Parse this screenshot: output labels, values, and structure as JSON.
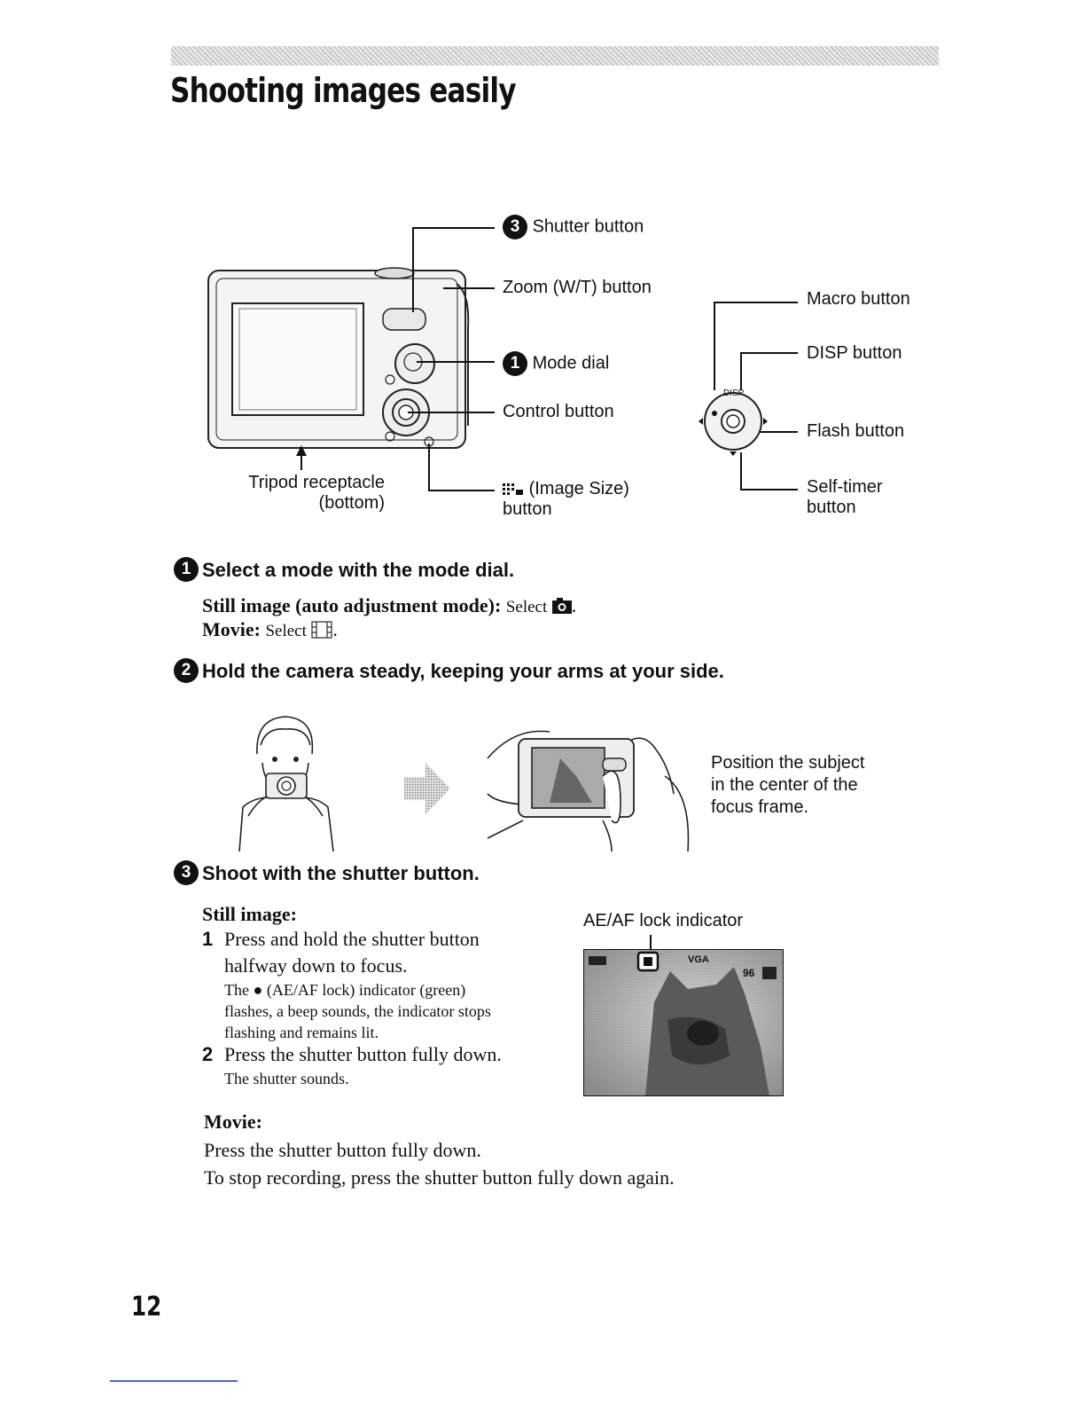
{
  "page": {
    "title": "Shooting images easily",
    "page_number": "12"
  },
  "diagram": {
    "callouts": {
      "shutter": {
        "badge": "3",
        "label": "Shutter button"
      },
      "zoom": {
        "label": "Zoom (W/T) button"
      },
      "mode_dial": {
        "badge": "1",
        "label": "Mode dial"
      },
      "control": {
        "label": "Control button"
      },
      "image_size": {
        "label_line1": "(Image Size)",
        "label_line2": "button"
      },
      "tripod": {
        "line1": "Tripod receptacle",
        "line2": "(bottom)"
      },
      "macro": {
        "label": "Macro button"
      },
      "disp": {
        "label": "DISP button",
        "dial_text": "DISP"
      },
      "flash": {
        "label": "Flash button"
      },
      "self_timer": {
        "line1": "Self-timer",
        "line2": "button"
      }
    }
  },
  "steps": [
    {
      "badge": "1",
      "heading": "Select a mode with the mode dial.",
      "still_label": "Still image (auto adjustment mode):",
      "still_text": "Select",
      "movie_label": "Movie:",
      "movie_text": "Select"
    },
    {
      "badge": "2",
      "heading": "Hold the camera steady, keeping your arms at your side.",
      "note_line1": "Position the subject",
      "note_line2": "in the center of the",
      "note_line3": "focus frame."
    },
    {
      "badge": "3",
      "heading": "Shoot with the shutter button.",
      "still_heading": "Still image:",
      "item1_num": "1",
      "item1_line1": "Press and hold the shutter button",
      "item1_line2": "halfway down to focus.",
      "item1_note1": "The ● (AE/AF lock) indicator (green)",
      "item1_note2": "flashes, a beep sounds, the indicator stops",
      "item1_note3": "flashing and remains lit.",
      "item2_num": "2",
      "item2_line1": "Press the shutter button fully down.",
      "item2_note": "The shutter sounds.",
      "ae_af_label": "AE/AF lock indicator",
      "lcd_vga": "VGA",
      "lcd_count": "96",
      "movie_heading": "Movie:",
      "movie_line1": "Press the shutter button fully down.",
      "movie_line2": "To stop recording, press the shutter button fully down again."
    }
  ]
}
